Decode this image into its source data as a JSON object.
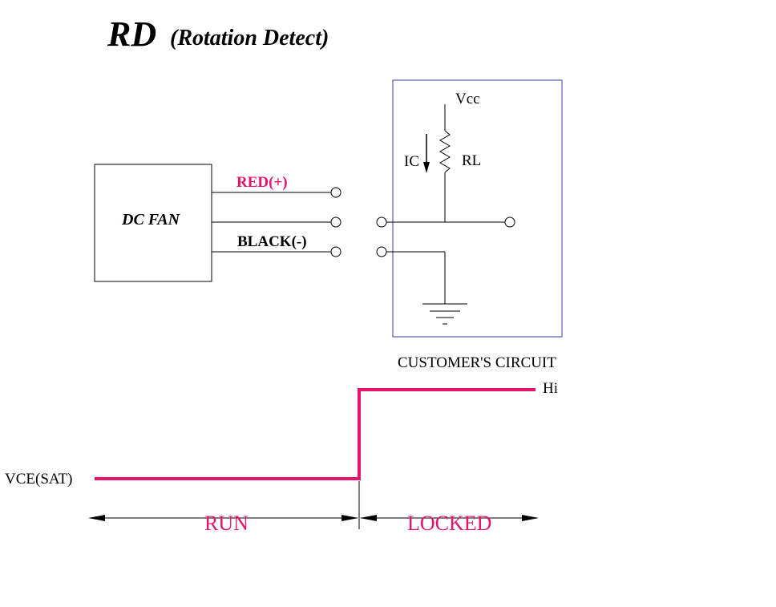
{
  "title": {
    "main": "RD",
    "sub": "(Rotation Detect)"
  },
  "fan": {
    "label": "DC FAN",
    "red_wire": "RED(+)",
    "black_wire": "BLACK(-)"
  },
  "circuit": {
    "vcc": "Vcc",
    "current": "IC",
    "resistor": "RL",
    "caption": "CUSTOMER'S CIRCUIT"
  },
  "waveform": {
    "high_label": "Hi",
    "low_label": "VCE(SAT)",
    "run_label": "RUN",
    "locked_label": "LOCKED"
  },
  "colors": {
    "signal": "#e8146c",
    "box_border": "#3b3bb5",
    "line": "#000000"
  }
}
